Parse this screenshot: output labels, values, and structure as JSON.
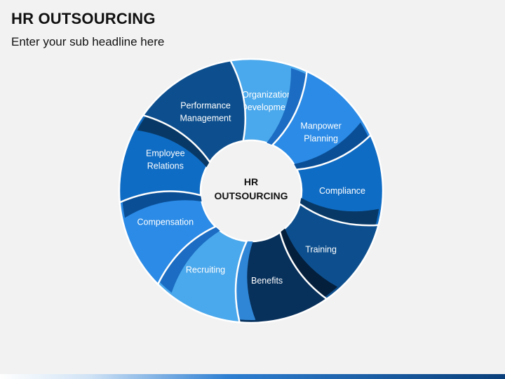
{
  "header": {
    "title": "HR OUTSOURCING",
    "subtitle": "Enter your sub headline here"
  },
  "diagram": {
    "center": {
      "line1": "HR",
      "line2": "OUTSOURCING"
    },
    "segments": [
      {
        "lines": [
          "Organization",
          "Development"
        ],
        "color": "#4aa8ec",
        "shadow": "#2f86d6"
      },
      {
        "lines": [
          "Manpower",
          "Planning"
        ],
        "color": "#2b8be6",
        "shadow": "#1b6cc2"
      },
      {
        "lines": [
          "Compliance"
        ],
        "color": "#0f6cc4",
        "shadow": "#0a4e96"
      },
      {
        "lines": [
          "Training"
        ],
        "color": "#0d4f8e",
        "shadow": "#083966"
      },
      {
        "lines": [
          "Benefits"
        ],
        "color": "#07305b",
        "shadow": "#041f3c"
      },
      {
        "lines": [
          "Recruiting"
        ],
        "color": "#4aa8ec",
        "shadow": "#2f86d6"
      },
      {
        "lines": [
          "Compensation"
        ],
        "color": "#2b8be6",
        "shadow": "#1b6cc2"
      },
      {
        "lines": [
          "Employee",
          "Relations"
        ],
        "color": "#0f6cc4",
        "shadow": "#0a4e96"
      },
      {
        "lines": [
          "Performance",
          "Management"
        ],
        "color": "#0d4f8e",
        "shadow": "#083966"
      }
    ]
  }
}
